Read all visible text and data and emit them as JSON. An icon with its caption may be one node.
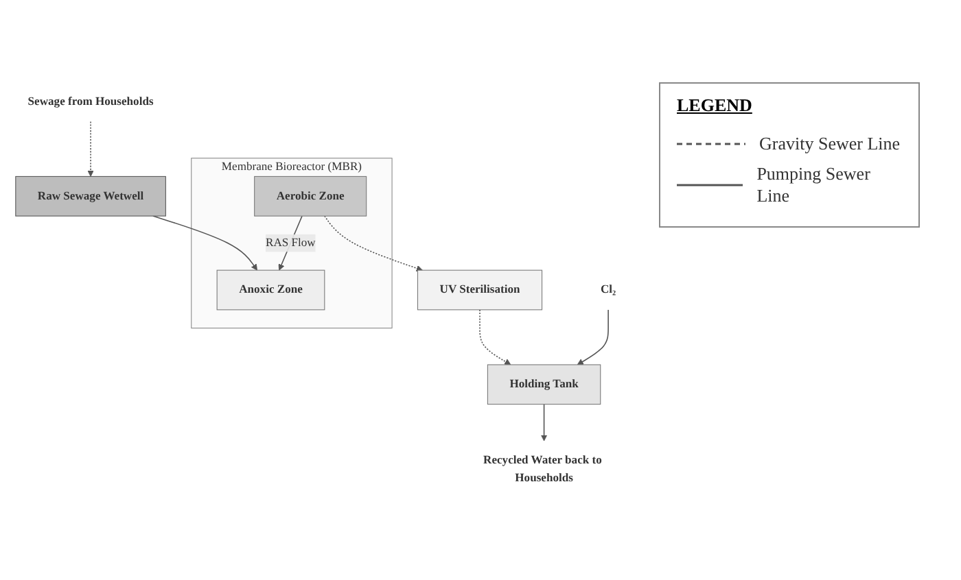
{
  "diagram": {
    "nodes": [
      {
        "text": [
          "Sewage from Households"
        ]
      },
      {
        "text": [
          "Raw Sewage Wetwell"
        ]
      },
      {
        "text": [
          "Membrane Bioreactor (MBR)"
        ]
      },
      {
        "text": [
          "Anoxic Zone"
        ],
        "in": 2
      },
      {
        "text": [
          "Aerobic Zone"
        ],
        "in": 2
      },
      {
        "text": [
          "UV Sterilisation"
        ]
      },
      {
        "text": [
          "Cl₂"
        ]
      },
      {
        "text": [
          "Holding Tank"
        ]
      },
      {
        "text": [
          "Recycled Water back to Households"
        ]
      }
    ],
    "edges": [
      {
        "from": 0,
        "to": 1,
        "arrow": "to",
        "style": "dashed"
      },
      {
        "from": 1,
        "to": 3,
        "arrow": "to"
      },
      {
        "from": 4,
        "to": 3,
        "arrow": "to",
        "label": "RAS Flow"
      },
      {
        "from": 4,
        "to": 5,
        "arrow": "to",
        "style": "dashed"
      },
      {
        "from": 5,
        "to": 7,
        "arrow": "to",
        "style": "dashed"
      },
      {
        "from": 6,
        "to": 7,
        "arrow": "to"
      },
      {
        "from": 7,
        "to": 8,
        "arrow": "to"
      }
    ],
    "labels": [
      "LEGEND"
    ],
    "legend": [
      {
        "text": "Gravity Sewer Line"
      },
      {
        "text": "Pumping Sewer Line"
      }
    ]
  }
}
